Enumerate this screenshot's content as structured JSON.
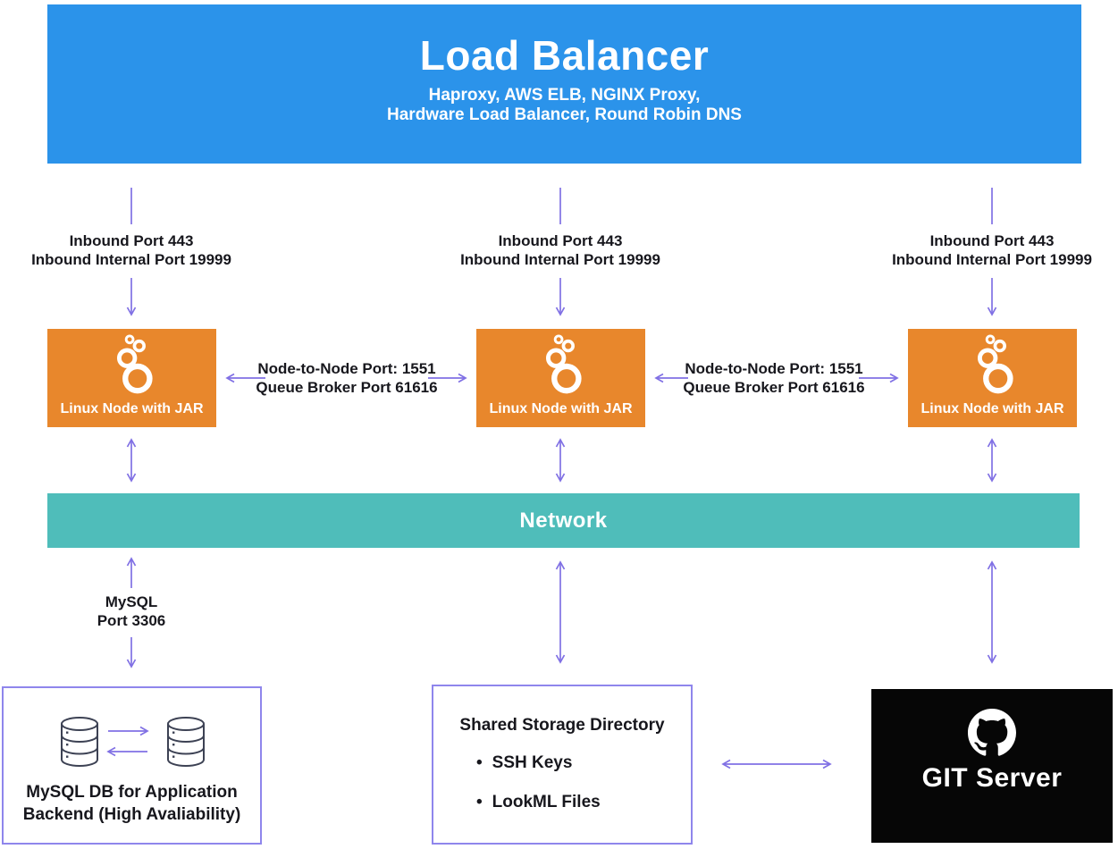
{
  "diagram": {
    "load_balancer": {
      "title": "Load Balancer",
      "subtitle_line1": "Haproxy, AWS ELB, NGINX Proxy,",
      "subtitle_line2": "Hardware Load Balancer, Round Robin DNS"
    },
    "inbound_labels": [
      {
        "line1": "Inbound Port 443",
        "line2": "Inbound Internal Port 19999"
      },
      {
        "line1": "Inbound Port 443",
        "line2": "Inbound Internal Port 19999"
      },
      {
        "line1": "Inbound Port 443",
        "line2": "Inbound Internal Port 19999"
      }
    ],
    "nodes": [
      {
        "label": "Linux Node with JAR",
        "icon": "looker-logo-icon"
      },
      {
        "label": "Linux Node with JAR",
        "icon": "looker-logo-icon"
      },
      {
        "label": "Linux Node with JAR",
        "icon": "looker-logo-icon"
      }
    ],
    "node_links": [
      {
        "line1": "Node-to-Node Port: 1551",
        "line2": "Queue Broker Port 61616"
      },
      {
        "line1": "Node-to-Node Port: 1551",
        "line2": "Queue Broker Port 61616"
      }
    ],
    "network": {
      "label": "Network"
    },
    "mysql_link": {
      "line1": "MySQL",
      "line2": "Port 3306"
    },
    "mysql_box": {
      "caption_line1": "MySQL DB for Application",
      "caption_line2": "Backend (High Avaliability)",
      "icon": "database-cylinder-icon"
    },
    "storage_box": {
      "title": "Shared Storage Directory",
      "items": [
        "SSH Keys",
        "LookML Files"
      ]
    },
    "git_box": {
      "label": "GIT Server",
      "icon": "github-octocat-icon"
    },
    "colors": {
      "load_balancer_blue": "#2b93ea",
      "node_orange": "#e8872c",
      "network_teal": "#4fbdba",
      "arrow_purple": "#8070e4",
      "box_border_purple": "#8f86ec",
      "git_black": "#060606",
      "label_text": "#17171d",
      "db_icon_stroke": "#3d4254"
    }
  }
}
